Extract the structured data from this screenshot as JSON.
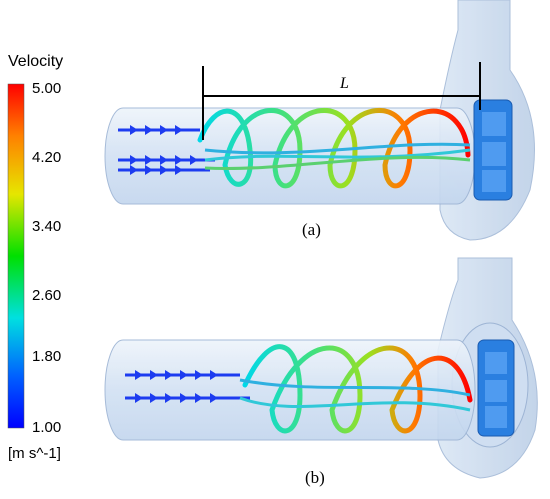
{
  "legend": {
    "title": "Velocity",
    "unit": "[m s^-1]",
    "ticks": [
      "5.00",
      "4.20",
      "3.40",
      "2.60",
      "1.80",
      "1.00"
    ],
    "colors": [
      "#ff0000",
      "#ff8000",
      "#e6e600",
      "#00e000",
      "#00e0e0",
      "#0060ff",
      "#0000ff"
    ]
  },
  "panels": [
    {
      "label": "(a)",
      "dimension_label": "L"
    },
    {
      "label": "(b)"
    }
  ],
  "colors": {
    "pipe_fill": "#d6e4f5",
    "pipe_stroke": "#9db4d4",
    "impeller": "#2a7fe0",
    "volute": "#c9daee"
  }
}
